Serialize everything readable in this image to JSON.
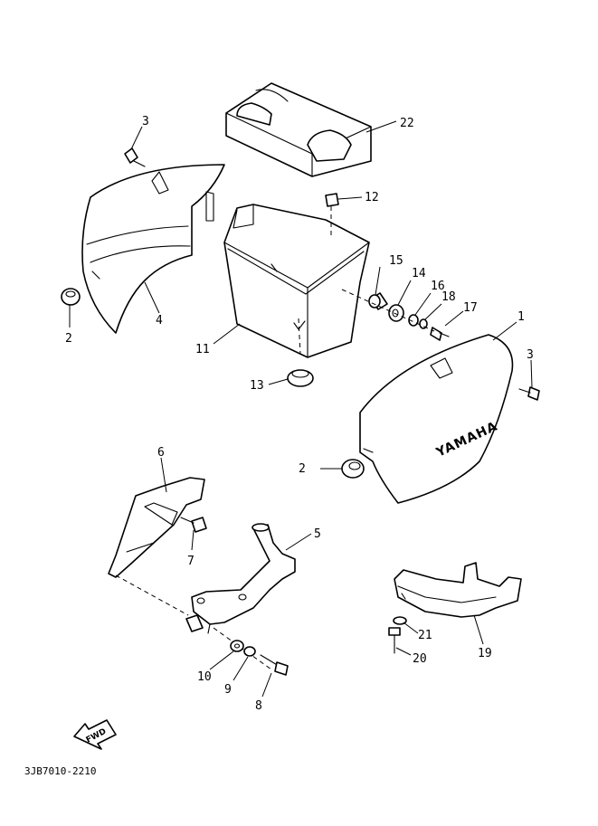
{
  "diagram": {
    "callouts": {
      "c1": "1",
      "c2a": "2",
      "c2b": "2",
      "c3a": "3",
      "c3b": "3",
      "c4": "4",
      "c5": "5",
      "c6": "6",
      "c7": "7",
      "c8": "8",
      "c9": "9",
      "c10": "10",
      "c11": "11",
      "c12": "12",
      "c13": "13",
      "c14": "14",
      "c15": "15",
      "c16": "16",
      "c17": "17",
      "c18": "18",
      "c19": "19",
      "c20": "20",
      "c21": "21",
      "c22": "22"
    },
    "fwd_label": "FWD",
    "brand_lettering": "YAMAHA",
    "drawing_number": "3JB7010-2210"
  }
}
